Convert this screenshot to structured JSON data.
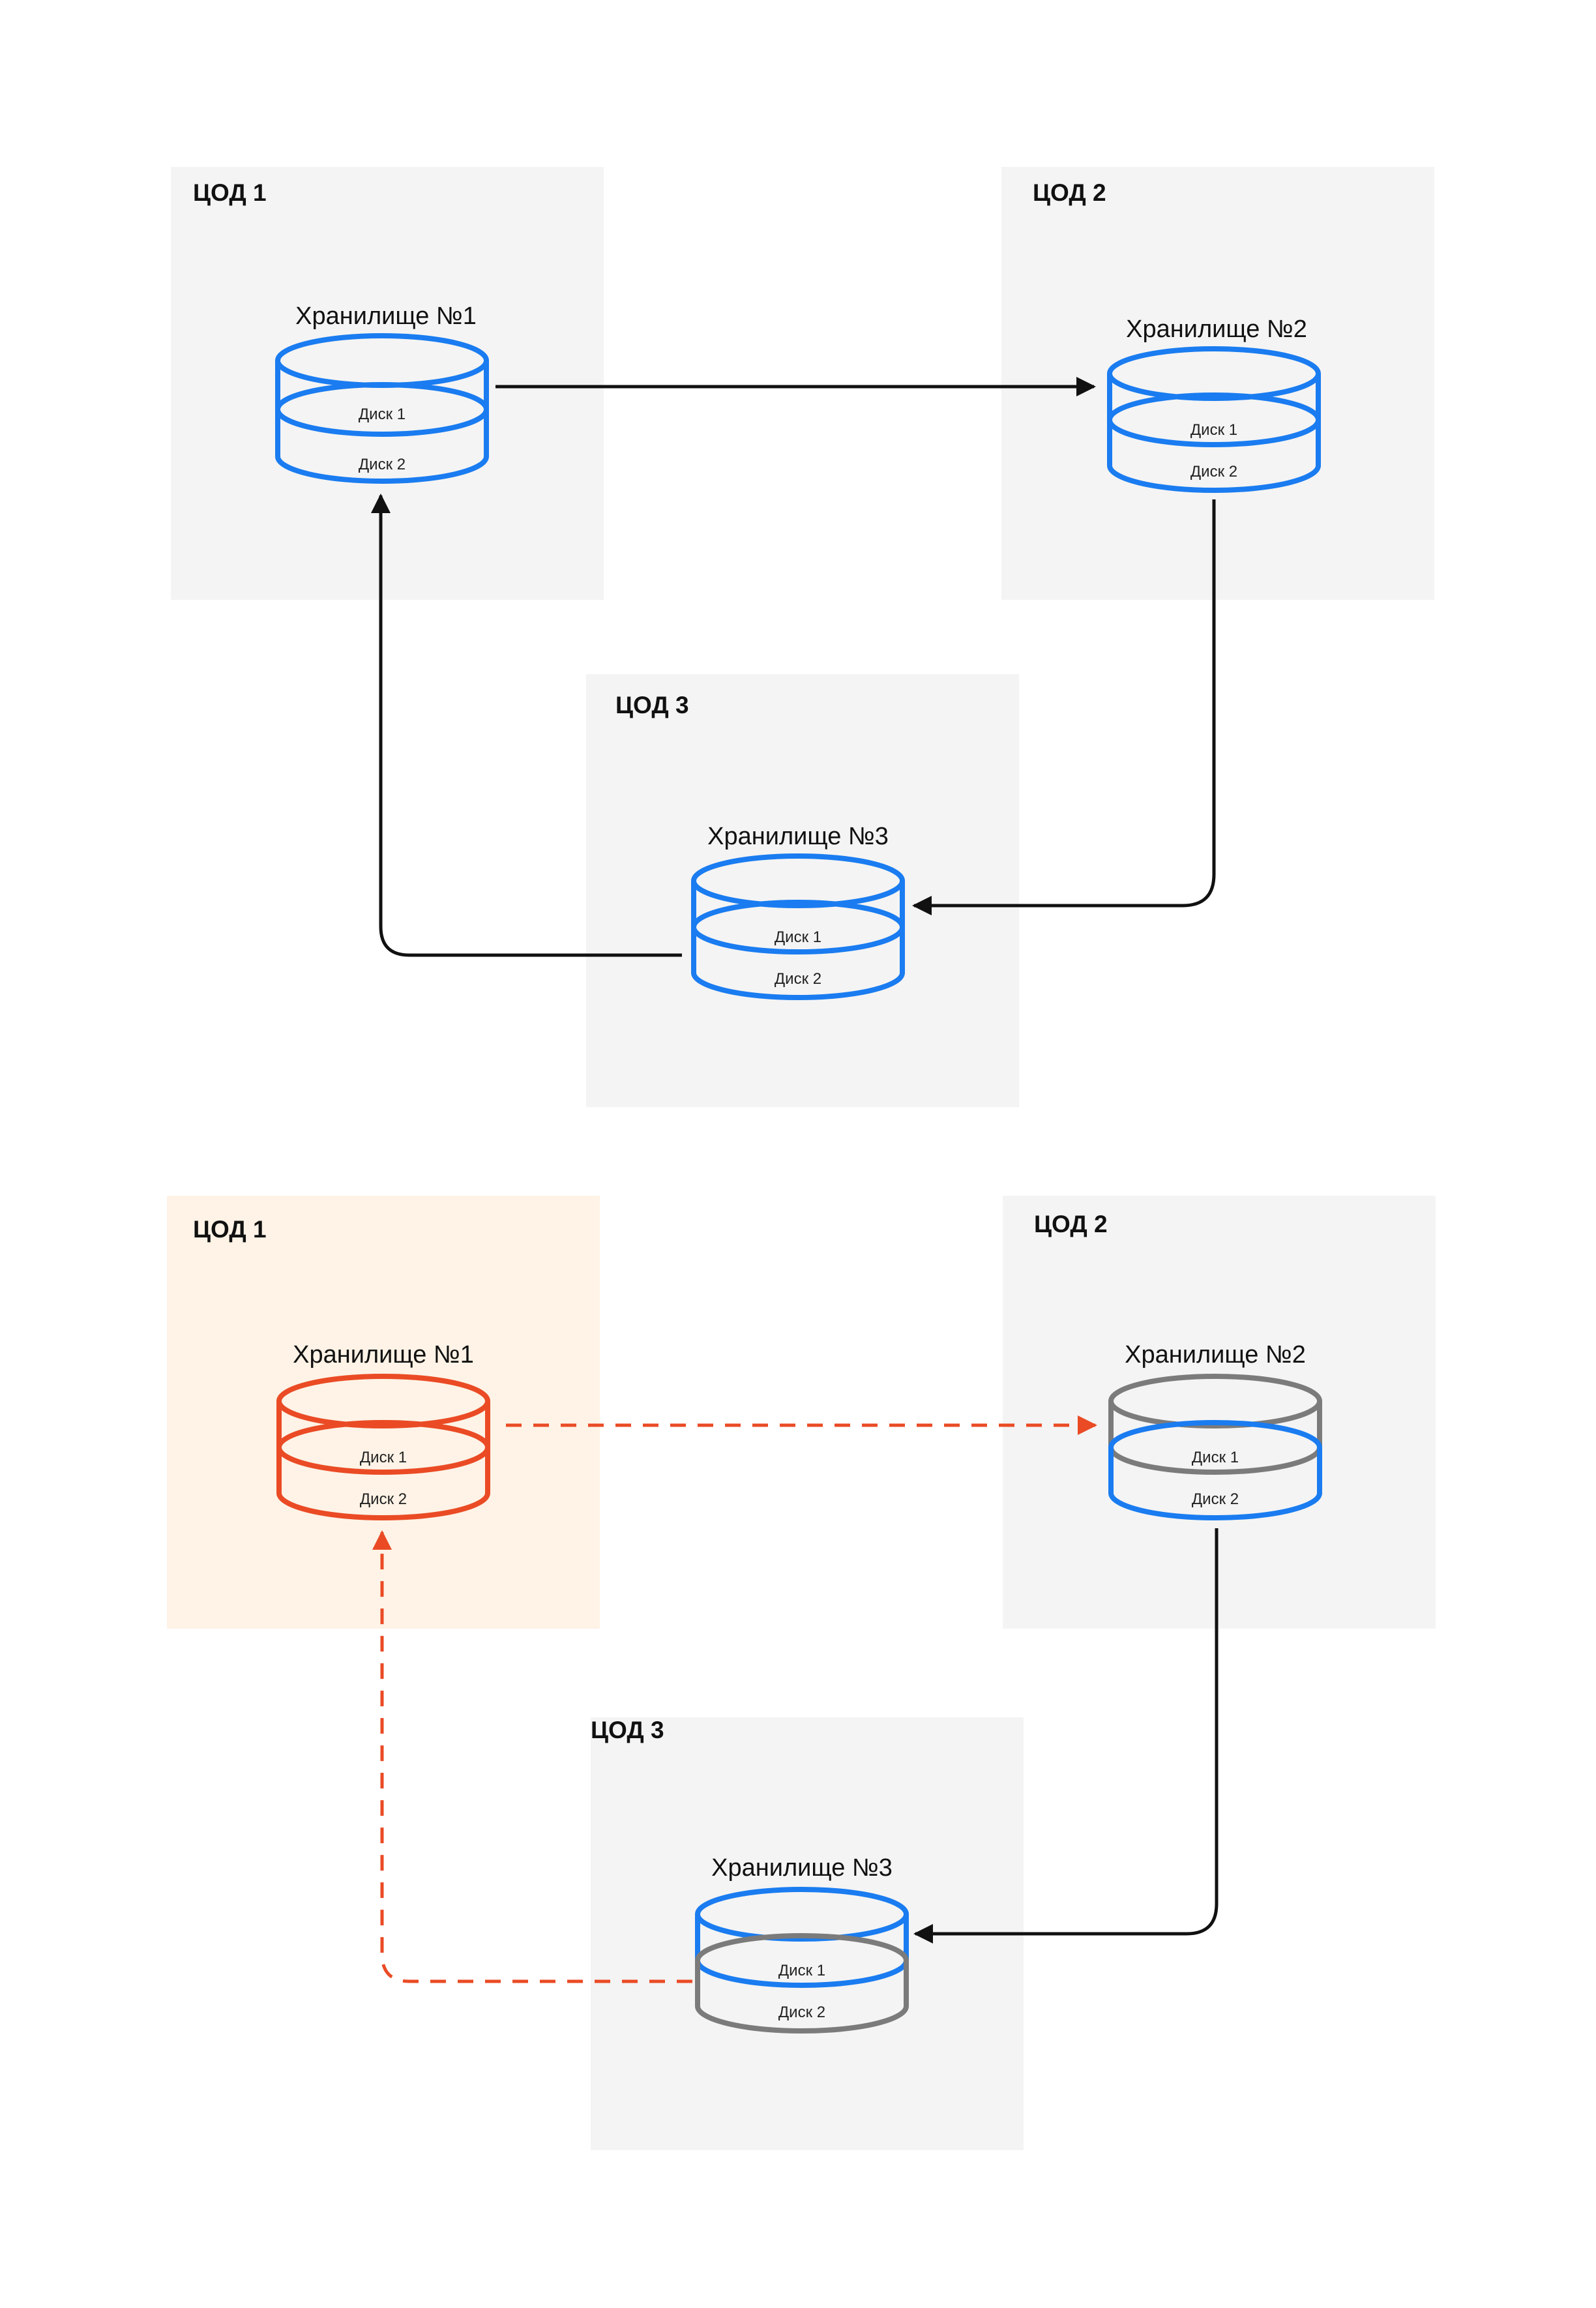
{
  "colors": {
    "panel": "#f4f4f4",
    "panel_alert": "#fef3e6",
    "blue": "#1a7cf0",
    "orange": "#ea4b25",
    "gray": "#7b7b7b",
    "arrow": "#111111"
  },
  "top": {
    "dc1": {
      "title": "ЦОД 1",
      "storage": "Хранилище №1",
      "disk1": "Диск 1",
      "disk2": "Диск 2"
    },
    "dc2": {
      "title": "ЦОД 2",
      "storage": "Хранилище №2",
      "disk1": "Диск 1",
      "disk2": "Диск 2"
    },
    "dc3": {
      "title": "ЦОД 3",
      "storage": "Хранилище №3",
      "disk1": "Диск 1",
      "disk2": "Диск 2"
    }
  },
  "bottom": {
    "dc1": {
      "title": "ЦОД 1",
      "storage": "Хранилище №1",
      "disk1": "Диск 1",
      "disk2": "Диск 2",
      "state": "failed"
    },
    "dc2": {
      "title": "ЦОД 2",
      "storage": "Хранилище №2",
      "disk1": "Диск 1",
      "disk2": "Диск 2",
      "state": "partial"
    },
    "dc3": {
      "title": "ЦОД 3",
      "storage": "Хранилище №3",
      "disk1": "Диск 1",
      "disk2": "Диск 2",
      "state": "partial"
    }
  }
}
